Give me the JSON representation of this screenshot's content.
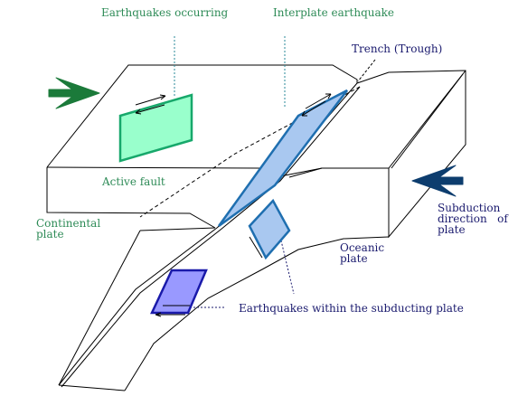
{
  "labels": {
    "earthquakes_occurring": "Earthquakes occurring",
    "interplate_earthquake": "Interplate earthquake",
    "trench": "Trench (Trough)",
    "active_fault": "Active fault",
    "continental_plate_1": "Continental",
    "continental_plate_2": "plate",
    "oceanic_plate_1": "Oceanic",
    "oceanic_plate_2": "plate",
    "subduction_1": "Subduction",
    "subduction_2": "direction   of",
    "subduction_3": "plate",
    "within_subducting": "Earthquakes within the subducting plate"
  },
  "colors": {
    "label_green": "#2e8b57",
    "label_navy": "#1a1a6e",
    "arrow_green": "#1b7a3a",
    "arrow_navy": "#0d3d6e",
    "fault_fill": "#99ffcc",
    "fault_stroke": "#17a86b",
    "interplate_fill": "#a9c8f0",
    "interplate_stroke": "#1f6fb0",
    "intraslab_fill": "#9999ff",
    "intraslab_stroke": "#1a1aaa"
  },
  "icons": {
    "left_arrow": "green-right-arrow-icon",
    "right_arrow": "navy-left-arrow-icon"
  }
}
